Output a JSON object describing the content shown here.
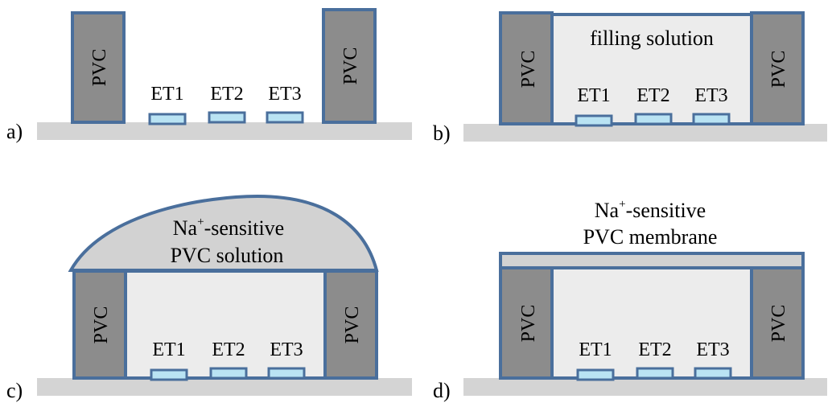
{
  "panels": [
    {
      "letter": "a)",
      "pvc_left": "PVC",
      "pvc_right": "PVC",
      "electrodes": [
        "ET1",
        "ET2",
        "ET3"
      ]
    },
    {
      "letter": "b)",
      "pvc_left": "PVC",
      "pvc_right": "PVC",
      "electrodes": [
        "ET1",
        "ET2",
        "ET3"
      ],
      "fill_label": "filling solution"
    },
    {
      "letter": "c)",
      "pvc_left": "PVC",
      "pvc_right": "PVC",
      "electrodes": [
        "ET1",
        "ET2",
        "ET3"
      ],
      "dome_line1_prefix": "Na",
      "dome_line1_sup": "+",
      "dome_line1_suffix": "-sensitive",
      "dome_line2": "PVC solution"
    },
    {
      "letter": "d)",
      "pvc_left": "PVC",
      "pvc_right": "PVC",
      "electrodes": [
        "ET1",
        "ET2",
        "ET3"
      ],
      "membrane_line1_prefix": "Na",
      "membrane_line1_sup": "+",
      "membrane_line1_suffix": "-sensitive",
      "membrane_line2": "PVC membrane"
    }
  ],
  "colors": {
    "substrate": "#d4d4d4",
    "pvc_fill": "#8c8c8c",
    "outline": "#4a6f9c",
    "electrode_fill": "#b9e3f3",
    "solution_fill": "#ececec",
    "dome_fill": "#d2d2d2"
  }
}
